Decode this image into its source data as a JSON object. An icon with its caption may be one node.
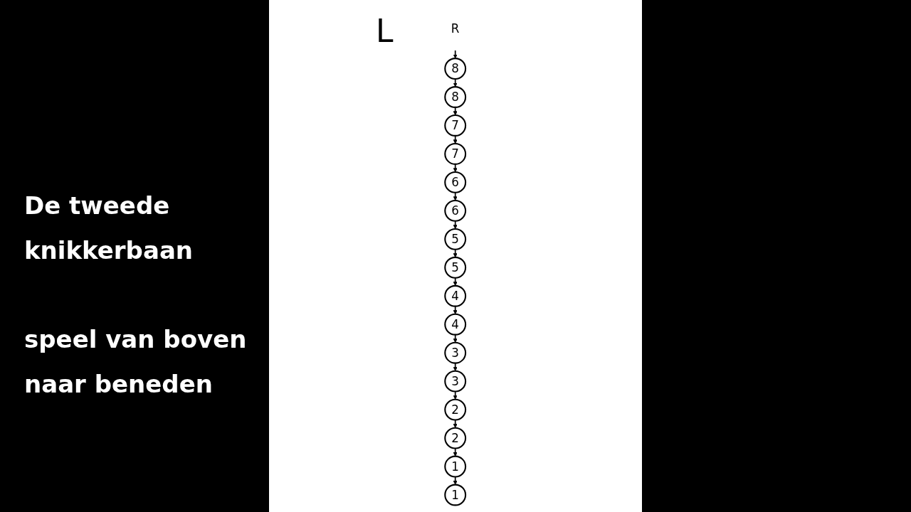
{
  "diagram": {
    "title": "De tweede knikkerbaan",
    "nodes": [
      {
        "text": [
          "R"
        ]
      },
      {
        "text": [
          "8"
        ]
      },
      {
        "text": [
          "8"
        ]
      },
      {
        "text": [
          "7"
        ]
      },
      {
        "text": [
          "7"
        ]
      },
      {
        "text": [
          "6"
        ]
      },
      {
        "text": [
          "6"
        ]
      },
      {
        "text": [
          "5"
        ]
      },
      {
        "text": [
          "5"
        ]
      },
      {
        "text": [
          "4"
        ]
      },
      {
        "text": [
          "4"
        ]
      },
      {
        "text": [
          "3"
        ]
      },
      {
        "text": [
          "3"
        ]
      },
      {
        "text": [
          "2"
        ]
      },
      {
        "text": [
          "2"
        ]
      },
      {
        "text": [
          "1"
        ]
      },
      {
        "text": [
          "1"
        ]
      }
    ],
    "edges": [
      {
        "from": 0,
        "to": 2,
        "arrow": "to"
      },
      {
        "from": 2,
        "to": 1,
        "arrow": "to"
      },
      {
        "from": 1,
        "to": 4,
        "arrow": "to"
      },
      {
        "from": 4,
        "to": 3,
        "arrow": "to"
      },
      {
        "from": 3,
        "to": 6,
        "arrow": "to"
      },
      {
        "from": 6,
        "to": 5,
        "arrow": "to"
      },
      {
        "from": 5,
        "to": 8,
        "arrow": "to"
      },
      {
        "from": 8,
        "to": 7,
        "arrow": "to"
      },
      {
        "from": 7,
        "to": 10,
        "arrow": "to"
      },
      {
        "from": 10,
        "to": 9,
        "arrow": "to"
      },
      {
        "from": 9,
        "to": 12,
        "arrow": "to"
      },
      {
        "from": 12,
        "to": 11,
        "arrow": "to"
      },
      {
        "from": 11,
        "to": 14,
        "arrow": "to"
      },
      {
        "from": 14,
        "to": 13,
        "arrow": "to"
      },
      {
        "from": 13,
        "to": 16,
        "arrow": "to"
      },
      {
        "from": 16,
        "to": 15,
        "arrow": "to"
      }
    ],
    "labels": [
      "speel van boven naar beneden",
      "L"
    ]
  }
}
